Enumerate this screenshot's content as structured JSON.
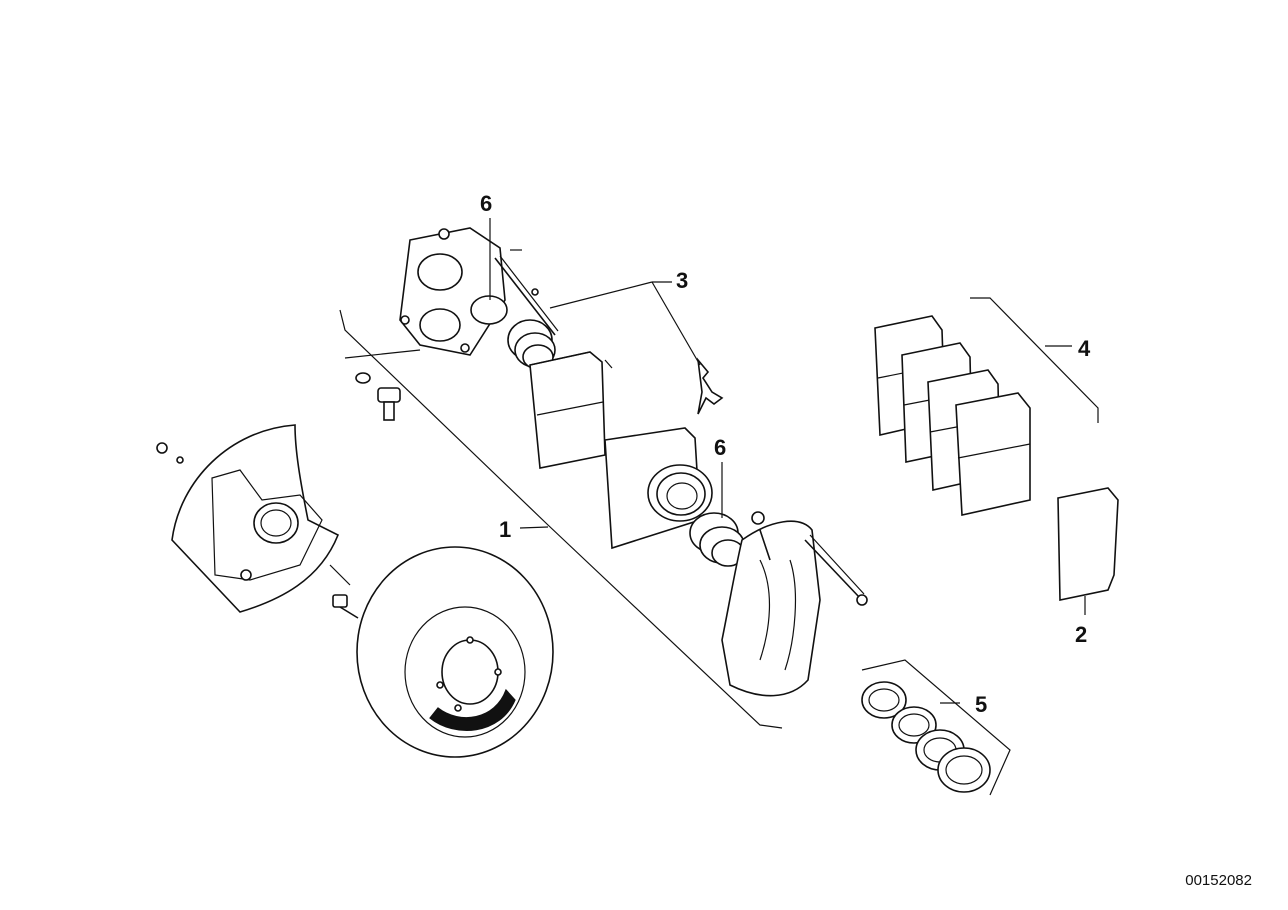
{
  "diagram": {
    "callouts": [
      {
        "id": "1",
        "label": "1"
      },
      {
        "id": "2",
        "label": "2"
      },
      {
        "id": "3",
        "label": "3"
      },
      {
        "id": "4",
        "label": "4"
      },
      {
        "id": "5",
        "label": "5"
      },
      {
        "id": "6a",
        "label": "6"
      },
      {
        "id": "6b",
        "label": "6"
      }
    ],
    "document_number": "00152082"
  }
}
